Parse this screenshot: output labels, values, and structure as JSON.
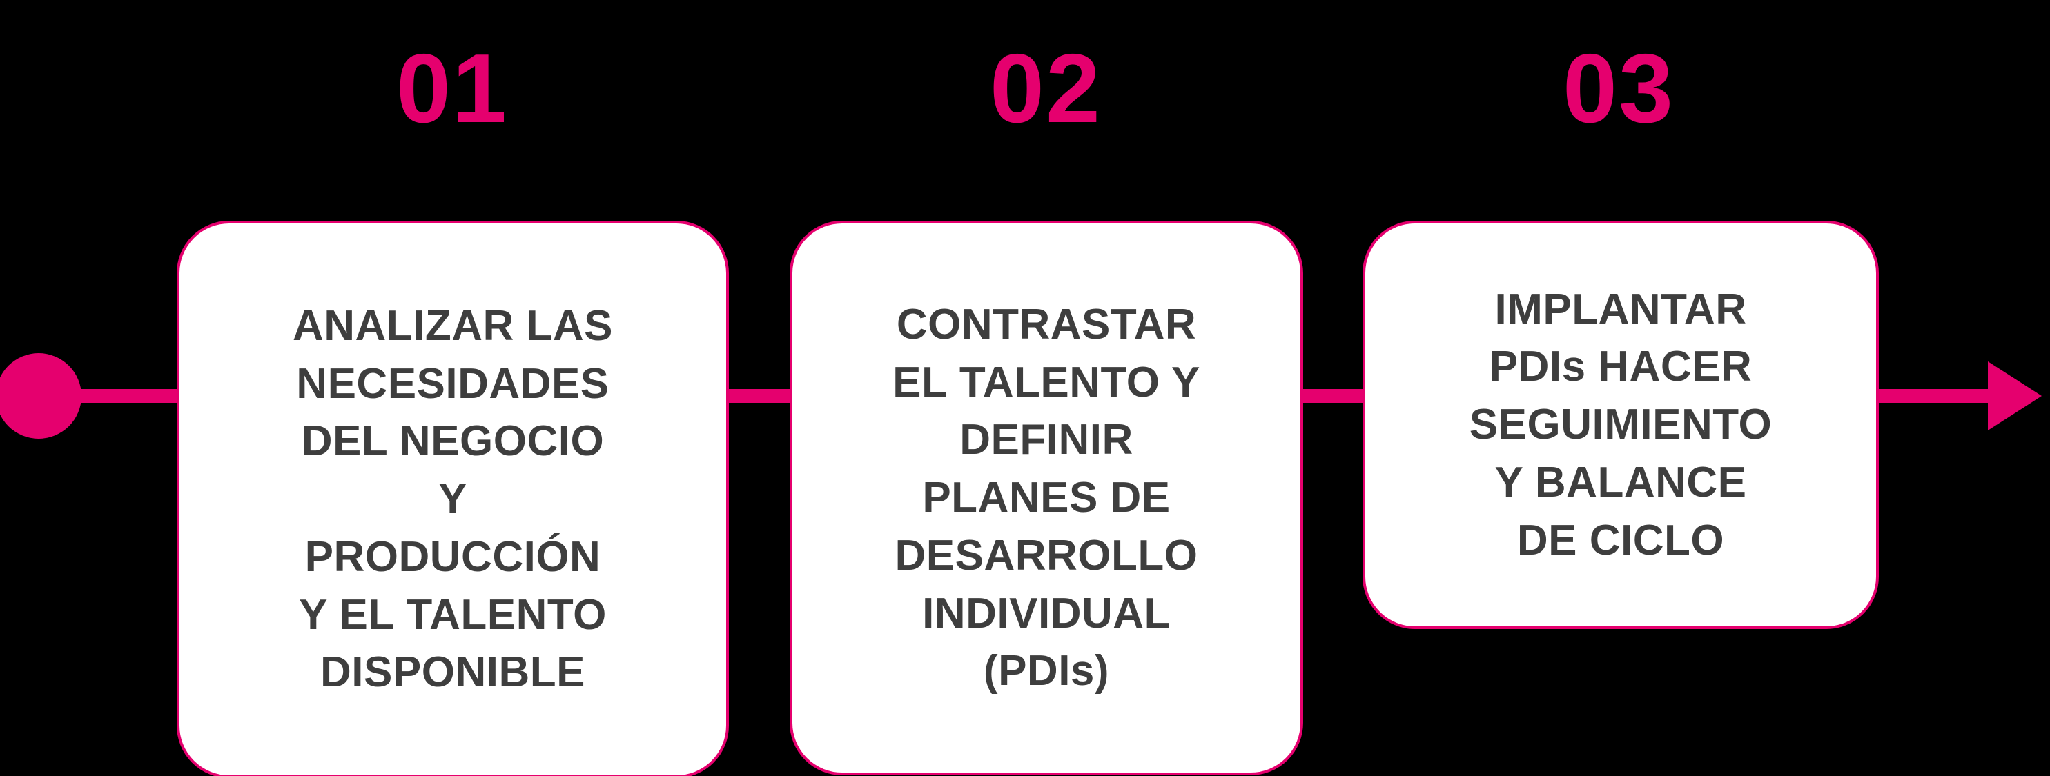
{
  "theme": {
    "background": "#000000",
    "accent": "#E5006E",
    "card_background": "#FFFFFF",
    "card_border": "#E5006E",
    "text_color": "#3E3E3E"
  },
  "timeline": {
    "start_marker": "circle",
    "end_marker": "arrow-right",
    "steps": [
      {
        "number": "01",
        "text": "ANALIZAR LAS\nNECESIDADES\nDEL NEGOCIO\nY\nPRODUCCIÓN\nY EL TALENTO\nDISPONIBLE"
      },
      {
        "number": "02",
        "text": "CONTRASTAR\nEL TALENTO Y\nDEFINIR\nPLANES DE\nDESARROLLO\nINDIVIDUAL\n(PDIs)"
      },
      {
        "number": "03",
        "text": "IMPLANTAR\nPDIs HACER\nSEGUIMIENTO\nY BALANCE\nDE CICLO"
      }
    ]
  }
}
